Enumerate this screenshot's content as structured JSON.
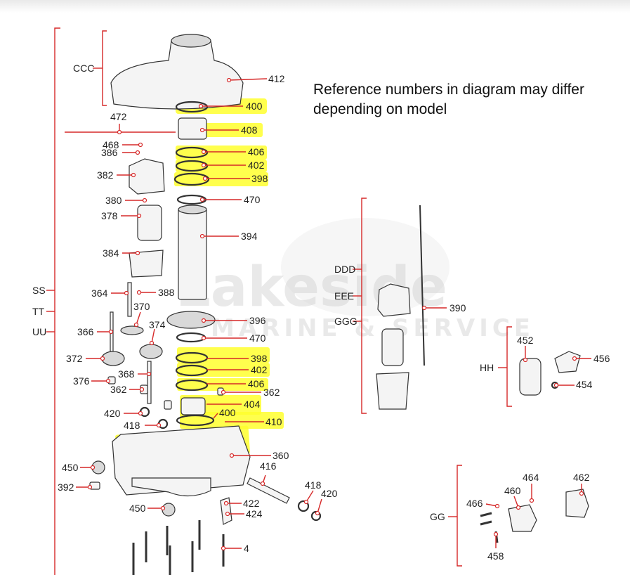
{
  "note": "Reference numbers in diagram may differ depending on model",
  "watermark": {
    "brand": "Lakeside",
    "sub": "MARINE & SERVICE"
  },
  "groups": [
    "CCC",
    "SS",
    "TT",
    "UU",
    "DDD",
    "EEE",
    "GGG",
    "HH",
    "GG"
  ],
  "labels": {
    "p412": "412",
    "p400a": "400",
    "p408": "408",
    "p406a": "406",
    "p402a": "402",
    "p398a": "398",
    "p470a": "470",
    "p394": "394",
    "p472": "472",
    "p468": "468",
    "p386": "386",
    "p382": "382",
    "p380": "380",
    "p378": "378",
    "p384": "384",
    "p364": "364",
    "p388": "388",
    "p370": "370",
    "p366": "366",
    "p374": "374",
    "p396": "396",
    "p470b": "470",
    "p398b": "398",
    "p372": "372",
    "p368": "368",
    "p402b": "402",
    "p376": "376",
    "p406b": "406",
    "p362a": "362",
    "p362b": "362",
    "p404": "404",
    "p420a": "420",
    "p400b": "400",
    "p410": "410",
    "p418a": "418",
    "p360": "360",
    "p450a": "450",
    "p416": "416",
    "p392": "392",
    "p418b": "418",
    "p420b": "420",
    "p422": "422",
    "p450b": "450",
    "p424": "424",
    "p4": "4",
    "p390": "390",
    "p452": "452",
    "p456": "456",
    "p454": "454",
    "p464": "464",
    "p462": "462",
    "p460": "460",
    "p466": "466",
    "p458": "458"
  },
  "highlighted": [
    "400",
    "408",
    "406",
    "402",
    "398",
    "404",
    "410"
  ],
  "colors": {
    "leader": "#d62828",
    "highlight": "#ffff2e",
    "text": "#222222",
    "outline": "#333333"
  }
}
